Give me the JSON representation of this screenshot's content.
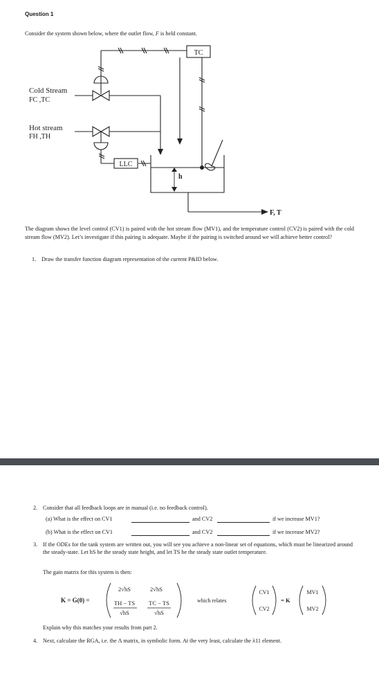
{
  "question_title": "Question 1",
  "intro": {
    "before_f": "Consider the system shown below, where the outlet flow, ",
    "f_symbol": "F",
    "after_f": " is held constant."
  },
  "diagram": {
    "tc_label": "TC",
    "llc_label": "LLC",
    "cold_stream_label": "Cold Stream",
    "cold_stream_vars": "FC ,TC",
    "hot_stream_label": "Hot stream",
    "hot_stream_vars": "FH ,TH",
    "level_label": "h",
    "outlet_label": "F, T"
  },
  "paragraph": "The diagram shows the level control (CV1) is paired with the hot stream flow (MV1), and the temperature control (CV2) is paired with the cold stream flow (MV2). Let’s investigate if this pairing is adequate. Maybe if the pairing is switched around we will achieve better control?",
  "q1": {
    "number": "1.",
    "text": "Draw the transfer function diagram representation of the current P&ID below."
  },
  "q2": {
    "number": "2.",
    "text": "Consider that all feedback loops are in manual (i.e. no feedback control).",
    "a": {
      "label": "(a)",
      "text": "What is the effect on CV1",
      "and_text": "and CV2",
      "if_text": "if we increase MV1?"
    },
    "b": {
      "label": "(b)",
      "text": "What is the effect on CV1",
      "and_text": "and CV2",
      "if_text": "if we increase MV2?"
    }
  },
  "q3": {
    "number": "3.",
    "text": "If the ODEs for the tank system are written out, you will see you achieve a non-linear set of equations, which must be linearized around the steady-state. Let hS be the steady state height, and let TS be the steady state outlet temperature.",
    "gain_intro": "The gain matrix for this system is then:",
    "k_label": "K = G(0) =",
    "m11": "2√hS",
    "m12": "2√hS",
    "m21_num": "TH − TS",
    "m22_num": "TC − TS",
    "m_den": "√hS",
    "which_relates": "which relates",
    "cv1": "CV1",
    "cv2": "CV2",
    "equals_k": "= K",
    "mv1": "MV1",
    "mv2": "MV2",
    "explain": "Explain why this matches your results from part 2."
  },
  "q4": {
    "number": "4.",
    "text": "Next, calculate the RGA, i.e. the Λ matrix, in symbolic form. At the very least, calculate the λ11 element."
  }
}
